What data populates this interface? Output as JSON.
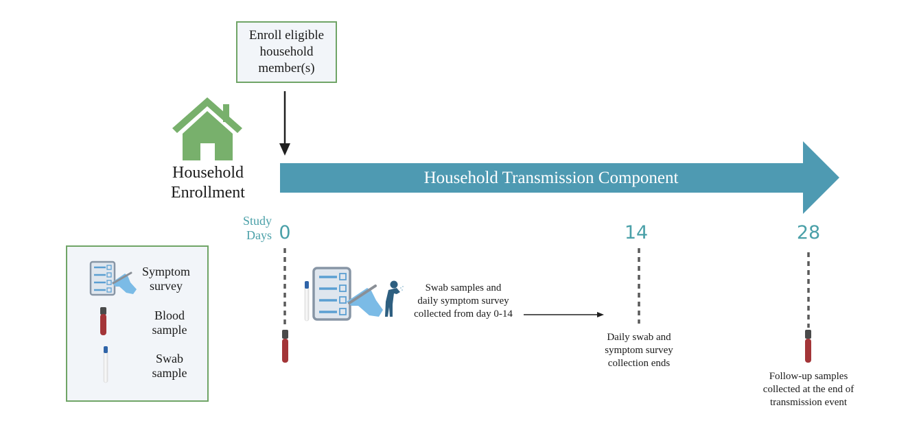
{
  "enroll_step": {
    "text": "Enroll eligible\nhousehold\nmember(s)"
  },
  "household": {
    "label": "Household\nEnrollment"
  },
  "timeline": {
    "title": "Household Transmission Component",
    "axis_label": "Study\nDays",
    "days": [
      {
        "day": "0"
      },
      {
        "day": "14",
        "caption": "Daily swab and\nsymptom survey\ncollection ends"
      },
      {
        "day": "28",
        "caption": "Follow-up samples\ncollected at the end of\ntransmission event"
      }
    ],
    "collection_note": "Swab samples and\ndaily symptom survey\ncollected from day 0-14"
  },
  "legend": {
    "items": [
      {
        "icon": "symptom-survey-icon",
        "label": "Symptom\nsurvey"
      },
      {
        "icon": "blood-sample-icon",
        "label": "Blood\nsample"
      },
      {
        "icon": "swab-sample-icon",
        "label": "Swab\nsample"
      }
    ]
  },
  "colors": {
    "banner": "#4e9ab2",
    "accent_green": "#78b06c",
    "day_numbers": "#4aa0a8",
    "blood": "#a33538",
    "swab_cap": "#2f64a8"
  }
}
